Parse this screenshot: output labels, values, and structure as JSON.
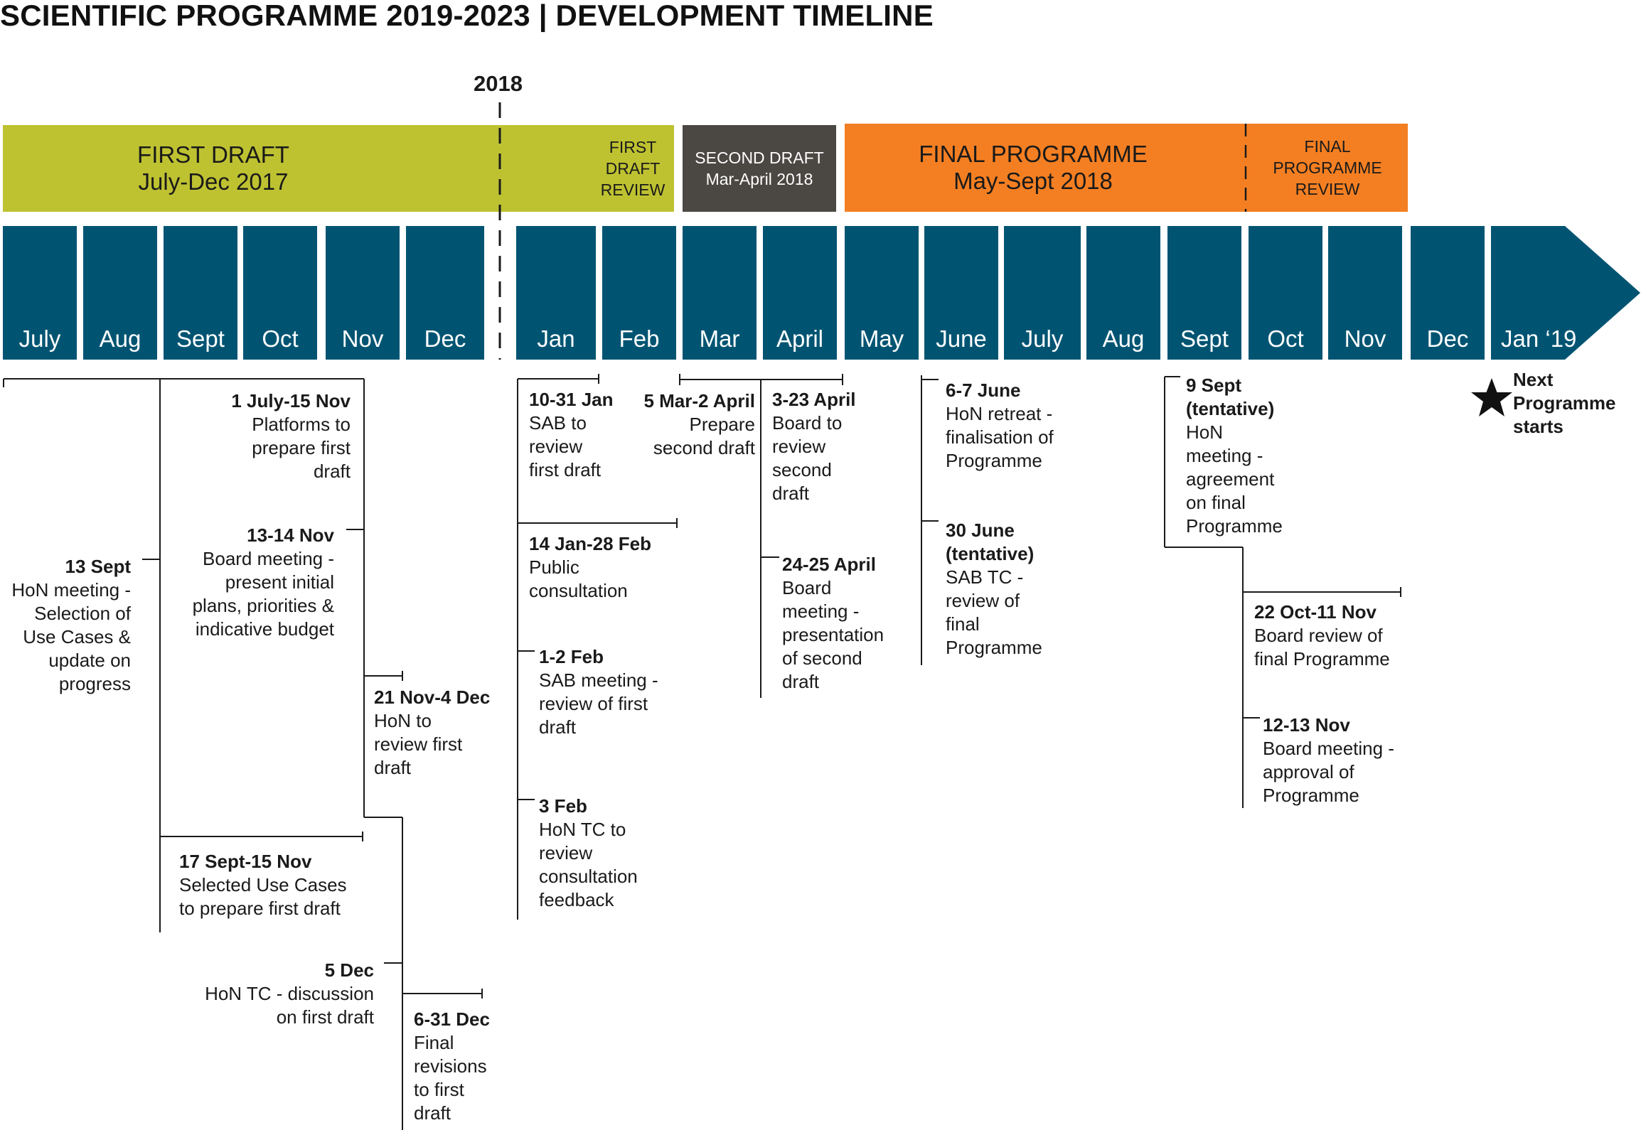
{
  "title": "SCIENTIFIC PROGRAMME 2019-2023 | DEVELOPMENT TIMELINE",
  "year_marker": "2018",
  "colors": {
    "olive": "#bec231",
    "grey": "#4b4743",
    "orange": "#f47f22",
    "navy": "#005472"
  },
  "phases": {
    "first_draft": {
      "line1": "FIRST DRAFT",
      "line2": "July-Dec 2017"
    },
    "first_draft_review": {
      "line1": "FIRST DRAFT",
      "line2": "REVIEW"
    },
    "second_draft": {
      "line1": "SECOND DRAFT",
      "line2": "Mar-April 2018"
    },
    "final_programme": {
      "line1": "FINAL PROGRAMME",
      "line2": "May-Sept 2018"
    },
    "final_programme_review": {
      "line1": "FINAL",
      "line2": "PROGRAMME",
      "line3": "REVIEW"
    }
  },
  "months": [
    "July",
    "Aug",
    "Sept",
    "Oct",
    "Nov",
    "Dec",
    "Jan",
    "Feb",
    "Mar",
    "April",
    "May",
    "June",
    "July",
    "Aug",
    "Sept",
    "Oct",
    "Nov",
    "Dec",
    "Jan ‘19"
  ],
  "events": {
    "e1": {
      "date": "1 July-15 Nov",
      "l1": "Platforms to",
      "l2": "prepare first",
      "l3": "draft"
    },
    "e2": {
      "date": "13 Sept",
      "l1": "HoN meeting -",
      "l2": "Selection of",
      "l3": "Use Cases &",
      "l4": "update on",
      "l5": "progress"
    },
    "e3": {
      "date": "13-14 Nov",
      "l1": "Board meeting -",
      "l2": "present initial",
      "l3": "plans, priorities &",
      "l4": "indicative budget"
    },
    "e4": {
      "date": "21 Nov-4 Dec",
      "l1": "HoN to",
      "l2": "review first",
      "l3": "draft"
    },
    "e5": {
      "date": "17 Sept-15 Nov",
      "l1": "Selected Use Cases",
      "l2": "to prepare first draft"
    },
    "e6": {
      "date": "5 Dec",
      "l1": "HoN TC - discussion",
      "l2": "on first draft"
    },
    "e7": {
      "date": "6-31 Dec",
      "l1": "Final",
      "l2": "revisions",
      "l3": "to first",
      "l4": "draft"
    },
    "e8": {
      "date": "10-31 Jan",
      "l1": "SAB to",
      "l2": "review",
      "l3": "first draft"
    },
    "e9": {
      "date": "14 Jan-28 Feb",
      "l1": "Public",
      "l2": "consultation"
    },
    "e10": {
      "date": "1-2 Feb",
      "l1": "SAB meeting -",
      "l2": "review of first",
      "l3": "draft"
    },
    "e11": {
      "date": "3 Feb",
      "l1": "HoN TC to",
      "l2": "review",
      "l3": "consultation",
      "l4": "feedback"
    },
    "e12": {
      "date": "5 Mar-2 April",
      "l1": "Prepare",
      "l2": "second draft"
    },
    "e13": {
      "date": "3-23 April",
      "l1": "Board to",
      "l2": "review",
      "l3": "second",
      "l4": "draft"
    },
    "e14": {
      "date": "24-25 April",
      "l1": "Board",
      "l2": "meeting -",
      "l3": "presentation",
      "l4": "of second",
      "l5": "draft"
    },
    "e15": {
      "date": "6-7 June",
      "l1": "HoN retreat -",
      "l2": "finalisation of",
      "l3": "Programme"
    },
    "e16": {
      "date": "30 June",
      "date2": "(tentative)",
      "l1": "SAB TC -",
      "l2": "review of",
      "l3": "final",
      "l4": "Programme"
    },
    "e17": {
      "date": "9 Sept",
      "date2": "(tentative)",
      "l1": "HoN",
      "l2": "meeting -",
      "l3": "agreement",
      "l4": "on final",
      "l5": "Programme"
    },
    "e18": {
      "date": "22 Oct-11 Nov",
      "l1": "Board review of",
      "l2": "final Programme"
    },
    "e19": {
      "date": "12-13 Nov",
      "l1": "Board meeting -",
      "l2": "approval of",
      "l3": "Programme"
    },
    "e20": {
      "l1": "Next",
      "l2": "Programme",
      "l3": "starts"
    }
  }
}
